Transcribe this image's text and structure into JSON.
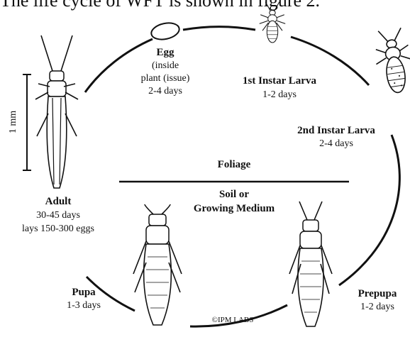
{
  "header_text": "The life cycle of WFT is shown in figure 2.",
  "scale_label": "1 mm",
  "egg": {
    "title": "Egg",
    "line1": "(inside",
    "line2": "plant (issue)",
    "duration": "2-4 days"
  },
  "first_instar": {
    "title": "1st Instar Larva",
    "duration": "1-2 days"
  },
  "second_instar": {
    "title": "2nd Instar Larva",
    "duration": "2-4 days"
  },
  "prepupa": {
    "title": "Prepupa",
    "duration": "1-2 days"
  },
  "pupa": {
    "title": "Pupa",
    "duration": "1-3 days"
  },
  "adult": {
    "title": "Adult",
    "duration": "30-45 days",
    "note": "lays 150-300 eggs"
  },
  "foliage_label": "Foliage",
  "soil_label_1": "Soil or",
  "soil_label_2": "Growing Medium",
  "copyright": "©IPM LABS"
}
